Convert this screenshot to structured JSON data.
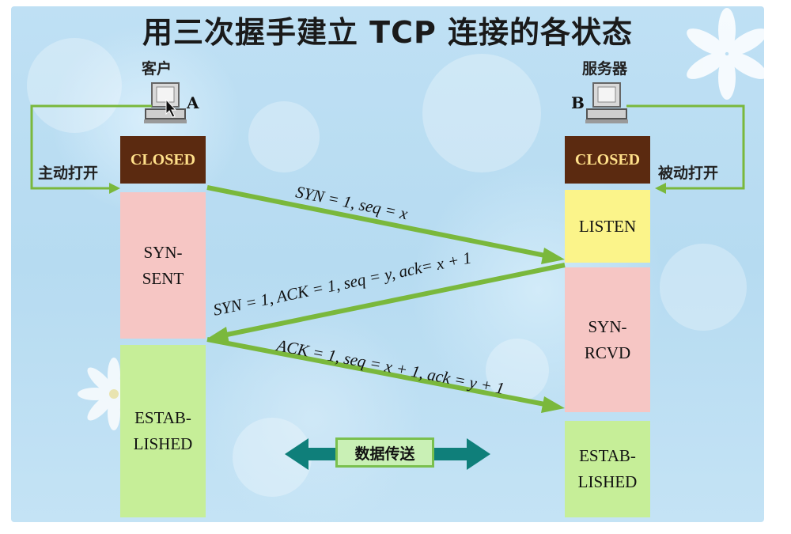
{
  "title": "用三次握手建立 TCP 连接的各状态",
  "client": {
    "name": "客户",
    "letter": "A",
    "open_label": "主动打开",
    "states": [
      "CLOSED",
      "SYN-\nSENT",
      "ESTAB-\nLISHED"
    ]
  },
  "server": {
    "name": "服务器",
    "letter": "B",
    "open_label": "被动打开",
    "states": [
      "CLOSED",
      "LISTEN",
      "SYN-\nRCVD",
      "ESTAB-\nLISHED"
    ]
  },
  "messages": [
    "SYN = 1, seq = x",
    "SYN = 1, ACK = 1, seq = y, ack= x + 1",
    "ACK = 1, seq = x + 1, ack = y + 1"
  ],
  "data_transfer_label": "数据传送",
  "colors": {
    "arrow": "#7ab83c",
    "data_arrow": "#0f7f7a",
    "closed": "#5b2a10",
    "syn": "#f6c6c4",
    "listen": "#fbf48a",
    "established": "#c6ee98"
  }
}
